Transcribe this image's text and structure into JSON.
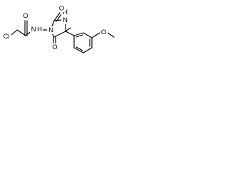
{
  "atoms": {
    "chlorine": "Cl",
    "carbonyl_oxygen_amide": "O",
    "amide_nitrogen": "N",
    "amide_hydrogen": "H",
    "ring_nitrogen_1": "N",
    "ring_nitrogen_3": "N",
    "ring_nitrogen_3_hydrogen": "H",
    "ring_oxygen_upper": "O",
    "ring_oxygen_lower": "O",
    "methoxy_oxygen": "O"
  },
  "colors": {
    "bond": "#000000",
    "background": "#ffffff"
  }
}
